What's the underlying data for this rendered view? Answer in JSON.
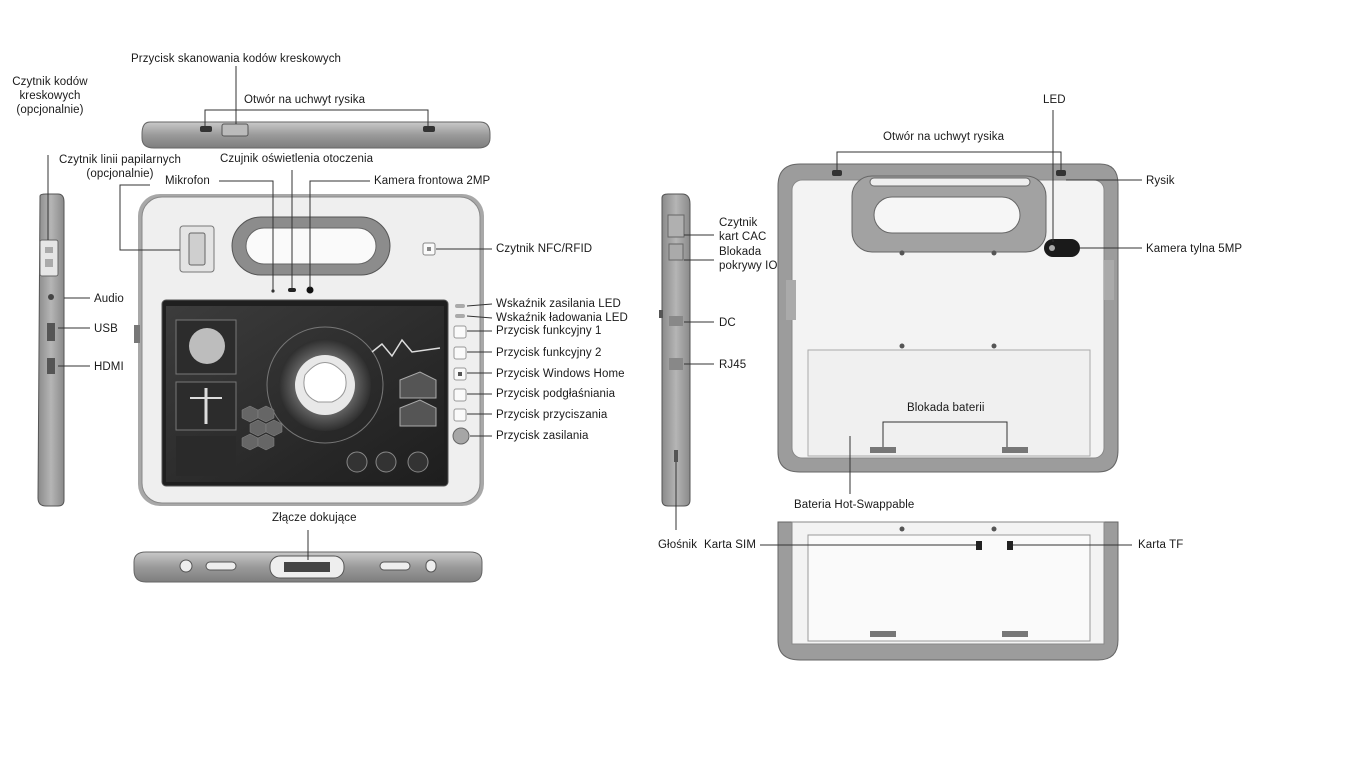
{
  "labels": {
    "barcode_scan_button": "Przycisk skanowania kodów kreskowych",
    "stylus_slot_top": "Otwór na uchwyt rysika",
    "barcode_reader": "Czytnik kodów kreskowych (opcjonalnie)",
    "fingerprint_reader": "Czytnik linii papilarnych (opcjonalnie)",
    "ambient_light_sensor": "Czujnik oświetlenia otoczenia",
    "microphone": "Mikrofon",
    "front_camera": "Kamera frontowa 2MP",
    "nfc_reader": "Czytnik NFC/RFID",
    "audio": "Audio",
    "usb": "USB",
    "hdmi": "HDMI",
    "power_led": "Wskaźnik zasilania LED",
    "charging_led": "Wskaźnik ładowania LED",
    "function_button_1": "Przycisk funkcyjny 1",
    "function_button_2": "Przycisk funkcyjny 2",
    "windows_home_button": "Przycisk Windows Home",
    "brightness_button": "Przycisk podgłaśniania",
    "dim_button": "Przycisk przyciszania",
    "power_button": "Przycisk zasilania",
    "docking_connector": "Złącze dokujące",
    "led": "LED",
    "stylus_slot_back": "Otwór na uchwyt rysika",
    "stylus": "Rysik",
    "cac_reader": "Czytnik kart CAC",
    "io_cover_lock": "Blokada pokrywy IO",
    "rear_camera": "Kamera tylna 5MP",
    "dc": "DC",
    "rj45": "RJ45",
    "battery_lock": "Blokada baterii",
    "hot_swap_battery": "Bateria Hot-Swappable",
    "speaker": "Głośnik",
    "sim_card": "Karta SIM",
    "tf_card": "Karta TF"
  }
}
